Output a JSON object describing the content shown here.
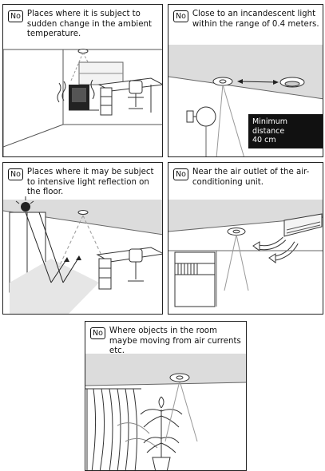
{
  "panels": [
    {
      "badge": "No",
      "caption": "Places where it is subject to sudden change in the ambient temperature."
    },
    {
      "badge": "No",
      "caption": "Close to an incandescent light within the range of 0.4 meters.",
      "note": {
        "line1": "Minimum distance",
        "line2": "40 cm"
      }
    },
    {
      "badge": "No",
      "caption": "Places where it may be subject to intensive light reflection on the floor."
    },
    {
      "badge": "No",
      "caption": "Near the air outlet of the air-conditioning unit."
    },
    {
      "badge": "No",
      "caption": "Where objects in the room maybe moving from air currents etc."
    }
  ]
}
